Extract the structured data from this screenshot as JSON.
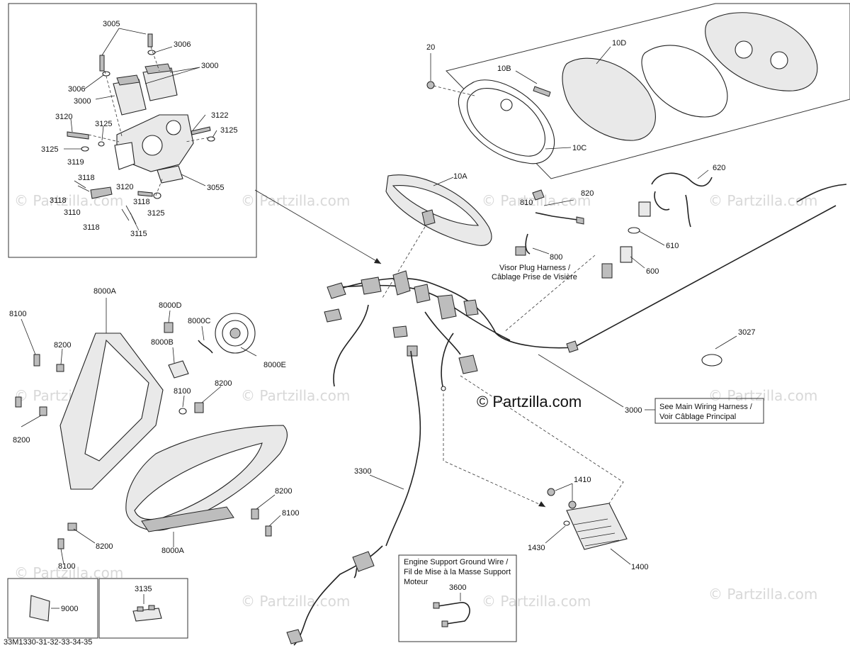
{
  "diagram": {
    "callouts": {
      "c3005": "3005",
      "c3006a": "3006",
      "c3000a": "3000",
      "c3006b": "3006",
      "c3000b": "3000",
      "c3120a": "3120",
      "c3125a": "3125",
      "c3122": "3122",
      "c3125b": "3125",
      "c3125c": "3125",
      "c3119": "3119",
      "c3118a": "3118",
      "c3118b": "3118",
      "c3120b": "3120",
      "c3118c": "3118",
      "c3110": "3110",
      "c3118d": "3118",
      "c3125d": "3125",
      "c3055": "3055",
      "c3115": "3115",
      "c20": "20",
      "c10D": "10D",
      "c10B": "10B",
      "c10C": "10C",
      "c10A": "10A",
      "c620": "620",
      "c820": "820",
      "c810": "810",
      "c610": "610",
      "c800": "800",
      "c600": "600",
      "c3027": "3027",
      "c3000c": "3000",
      "c8000A_top": "8000A",
      "c8100a": "8100",
      "c8200a": "8200",
      "c8200b": "8200",
      "c8000D": "8000D",
      "c8000C": "8000C",
      "c8000B": "8000B",
      "c8000E": "8000E",
      "c8100b": "8100",
      "c8200c": "8200",
      "c8200d": "8200",
      "c8100c": "8100",
      "c8200e": "8200",
      "c8100d": "8100",
      "c8000A_bot": "8000A",
      "c3300": "3300",
      "c1410": "1410",
      "c1430": "1430",
      "c1400": "1400",
      "c9000": "9000",
      "c3135": "3135",
      "c3600": "3600"
    },
    "notes": {
      "visor_1": "Visor Plug Harness /",
      "visor_2": "Câblage Prise de Visière",
      "main_1": "See Main Wiring Harness /",
      "main_2": "Voir Câblage Principal",
      "ground_1": "Engine Support Ground Wire /",
      "ground_2": "Fil de Mise à la Masse Support",
      "ground_3": "Moteur"
    },
    "copyright": "© Partzilla.com",
    "watermark": "© Partzilla.com",
    "figure_id": "33M1330-31-32-33-34-35"
  }
}
